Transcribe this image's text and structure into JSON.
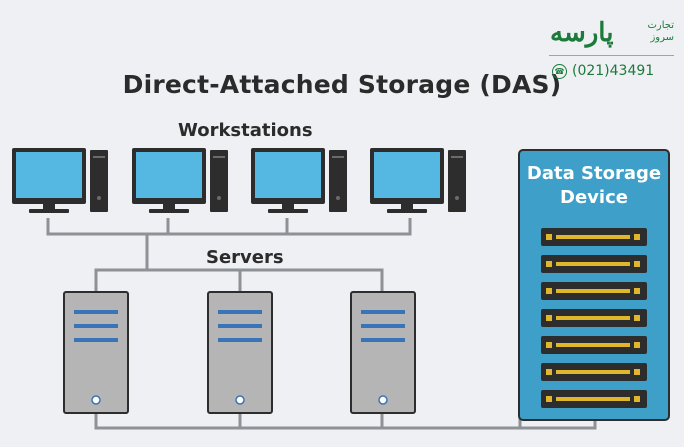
{
  "title": "Direct-Attached Storage (DAS)",
  "workstations_label": "Workstations",
  "servers_label": "Servers",
  "storage_label_line1": "Data Storage",
  "storage_label_line2": "Device",
  "logo": {
    "brand": "پارسه",
    "sub_line1": "تجارت",
    "sub_line2": "سروز",
    "phone": "(021)43491"
  },
  "colors": {
    "background": "#eef0f3",
    "monitor_screen": "#55b8e3",
    "device_dark": "#2d2d2d",
    "server_body": "#b5b5b5",
    "server_stripe": "#3a74b8",
    "storage_panel": "#3e9fc8",
    "storage_slot": "#e0b62c",
    "cable": "#8e9196",
    "logo_green": "#1c7a3a"
  },
  "diagram": {
    "workstations": [
      {
        "id": "ws-1"
      },
      {
        "id": "ws-2"
      },
      {
        "id": "ws-3"
      },
      {
        "id": "ws-4"
      }
    ],
    "servers": [
      {
        "id": "server-1"
      },
      {
        "id": "server-2"
      },
      {
        "id": "server-3"
      }
    ],
    "storage_slots": 7
  }
}
